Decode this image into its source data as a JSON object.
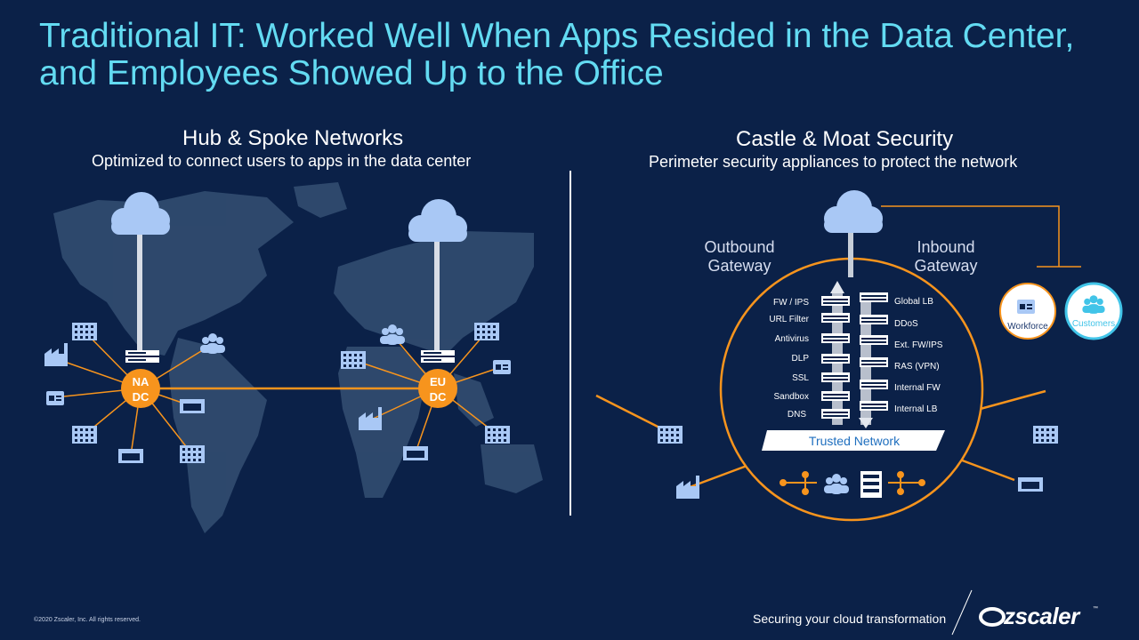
{
  "title": {
    "line1": "Traditional IT: Worked Well When Apps Resided in the Data Center,",
    "line2": "and Employees Showed Up to the Office"
  },
  "left": {
    "heading": "Hub & Spoke Networks",
    "subheading": "Optimized to connect users to apps in the data center",
    "hubs": [
      {
        "line1": "NA",
        "line2": "DC"
      },
      {
        "line1": "EU",
        "line2": "DC"
      }
    ]
  },
  "right": {
    "heading": "Castle & Moat Security",
    "subheading": "Perimeter security appliances to protect the network",
    "outbound": {
      "line1": "Outbound",
      "line2": "Gateway"
    },
    "inbound": {
      "line1": "Inbound",
      "line2": "Gateway"
    },
    "outbound_items": [
      "FW / IPS",
      "URL Filter",
      "Antivirus",
      "DLP",
      "SSL",
      "Sandbox",
      "DNS"
    ],
    "inbound_items": [
      "Global LB",
      "DDoS",
      "Ext. FW/IPS",
      "RAS (VPN)",
      "Internal FW",
      "Internal LB"
    ],
    "trusted_network": "Trusted Network",
    "workforce": "Workforce",
    "customers": "Customers"
  },
  "footer": {
    "copyright": "©2020 Zscaler, Inc. All rights reserved.",
    "tagline": "Securing your cloud transformation",
    "brand": "zscaler",
    "tm": "™"
  },
  "colors": {
    "background": "#0b2148",
    "title": "#63dbf2",
    "accent": "#f7941d",
    "icon": "#a9c8f5",
    "trusted_text": "#1f6fbf",
    "customers": "#41c4e8"
  }
}
